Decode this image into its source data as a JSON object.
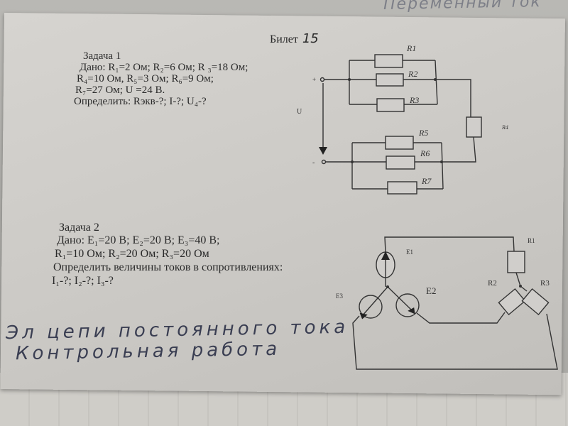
{
  "background_note": "Переменный ток",
  "ticket": {
    "label": "Билет",
    "number": "15"
  },
  "task1": {
    "title": "Задача 1",
    "lines": [
      "Дано: R₁=2 Ом;  R₂=6 Ом;  R ₃=18 Ом;",
      "R₄=10 Ом,  R₅=3 Ом;  R₆=9 Ом;",
      "R₇=27 Ом; U =24 В.",
      "Определить: Rэкв-?;  I-?;  U₄-?"
    ],
    "diagram": {
      "plus": "+",
      "minus": "-",
      "voltage": "U",
      "resistors": [
        "R1",
        "R2",
        "R3",
        "R4",
        "R5",
        "R6",
        "R7"
      ]
    }
  },
  "task2": {
    "title": "Задача 2",
    "lines": [
      "Дано: E₁=20 В; E₂=20 В; E₃=40 В;",
      "R₁=10 Ом;  R₂=20 Ом;  R₃=20 Ом",
      "Определить величины токов в сопротивлениях:",
      "I₁-?; I₂-?;  I₃-?"
    ],
    "diagram": {
      "sources": [
        "E1",
        "E2",
        "E3"
      ],
      "resistors": [
        "R1",
        "R2",
        "R3"
      ]
    }
  },
  "handwriting": [
    "Эл цепи постоянного тока",
    "Контрольная работа"
  ]
}
